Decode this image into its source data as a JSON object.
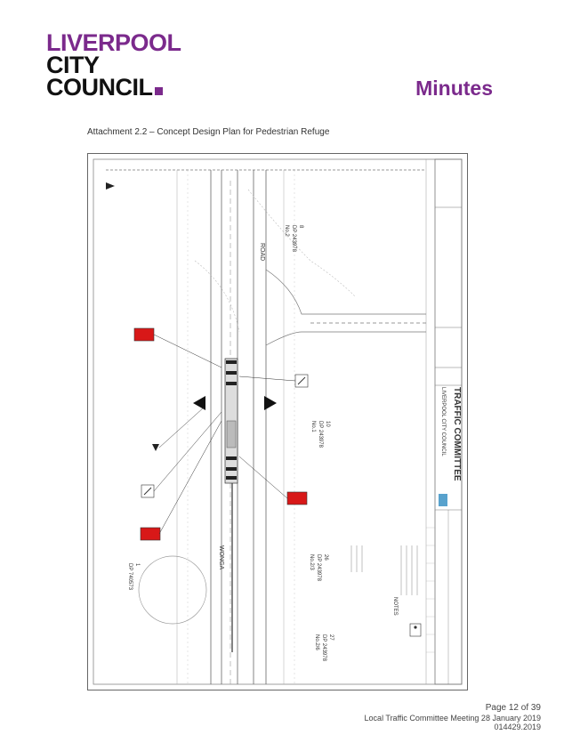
{
  "header": {
    "logo_line1": "LIVERPOOL",
    "logo_line2": "CITY",
    "logo_line3": "COUNCIL",
    "doc_title": "Minutes"
  },
  "caption": "Attachment 2.2 – Concept Design Plan for Pedestrian Refuge",
  "plan": {
    "road_name_1": "ROAD",
    "road_name_2": "WONGA",
    "council_name": "LIVERPOOL CITY COUNCIL",
    "committee": "TRAFFIC COMMITTEE",
    "notes_heading": "NOTES",
    "lots": [
      {
        "lot": "8",
        "dp": "DP 243978",
        "no": "No.2"
      },
      {
        "lot": "10",
        "dp": "DP 243978",
        "no": "No.1"
      },
      {
        "lot": "26",
        "dp": "DP 243978",
        "no": "No.2/3"
      },
      {
        "lot": "27",
        "dp": "DP 243978",
        "no": "No.2/6"
      },
      {
        "lot": "1",
        "dp": "DP 740573",
        "no": ""
      }
    ]
  },
  "footer": {
    "page": "Page 12 of 39",
    "meeting": "Local Traffic Committee Meeting 28 January 2019",
    "ref": "014429.2019"
  },
  "colors": {
    "brand_purple": "#7b2a8c",
    "sign_red": "#d81818"
  }
}
